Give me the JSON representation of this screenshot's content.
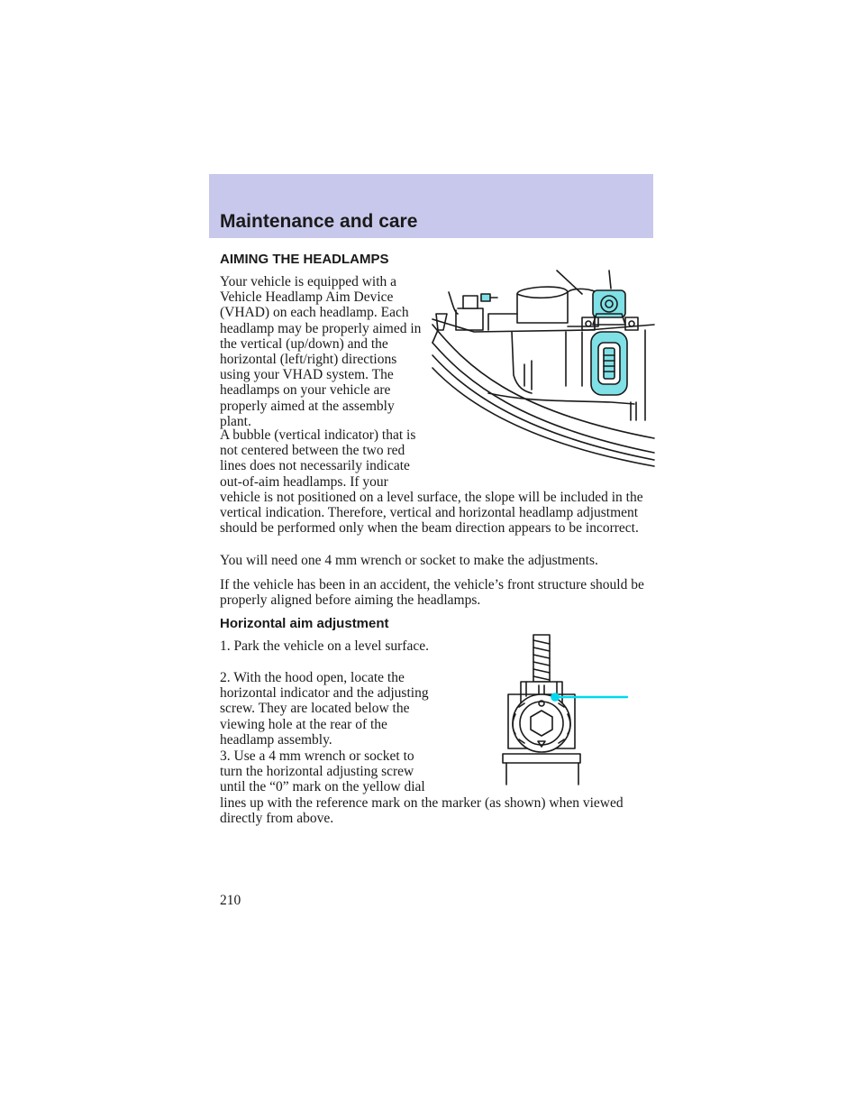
{
  "header": {
    "title": "Maintenance and care"
  },
  "section": {
    "heading": "AIMING THE HEADLAMPS",
    "paragraphs": [
      "Your vehicle is equipped with a Vehicle Headlamp Aim Device (VHAD) on each headlamp. Each headlamp may be properly aimed in the vertical (up/down) and the horizontal (left/right) directions using your VHAD system. The headlamps on your vehicle are properly aimed at the assembly plant.",
      "A bubble (vertical indicator) that is not centered between the two red lines does not necessarily indicate out-of-aim headlamps. If your",
      "vehicle is not positioned on a level surface, the slope will be included in the vertical indication. Therefore, vertical and horizontal headlamp adjustment should be performed only when the beam direction appears to be incorrect.",
      "You will need one 4 mm wrench or socket to make the adjustments.",
      "If the vehicle has been in an accident, the vehicle’s front structure should be properly aligned before aiming the headlamps."
    ]
  },
  "subsection": {
    "heading": "Horizontal aim adjustment",
    "steps": [
      "1. Park the vehicle on a level surface.",
      "2. With the hood open, locate the horizontal indicator and the adjusting screw. They are located below the viewing hole at the rear of the headlamp assembly.",
      "3. Use a 4 mm wrench or socket to turn the horizontal adjusting screw until the “0” mark on the yellow dial",
      "lines up with the reference mark on the marker (as shown) when viewed directly from above."
    ]
  },
  "page_number": "210",
  "colors": {
    "header_band": "#c8c8ec",
    "highlight": "#7fe0e6",
    "arrow": "#00d8f0"
  }
}
